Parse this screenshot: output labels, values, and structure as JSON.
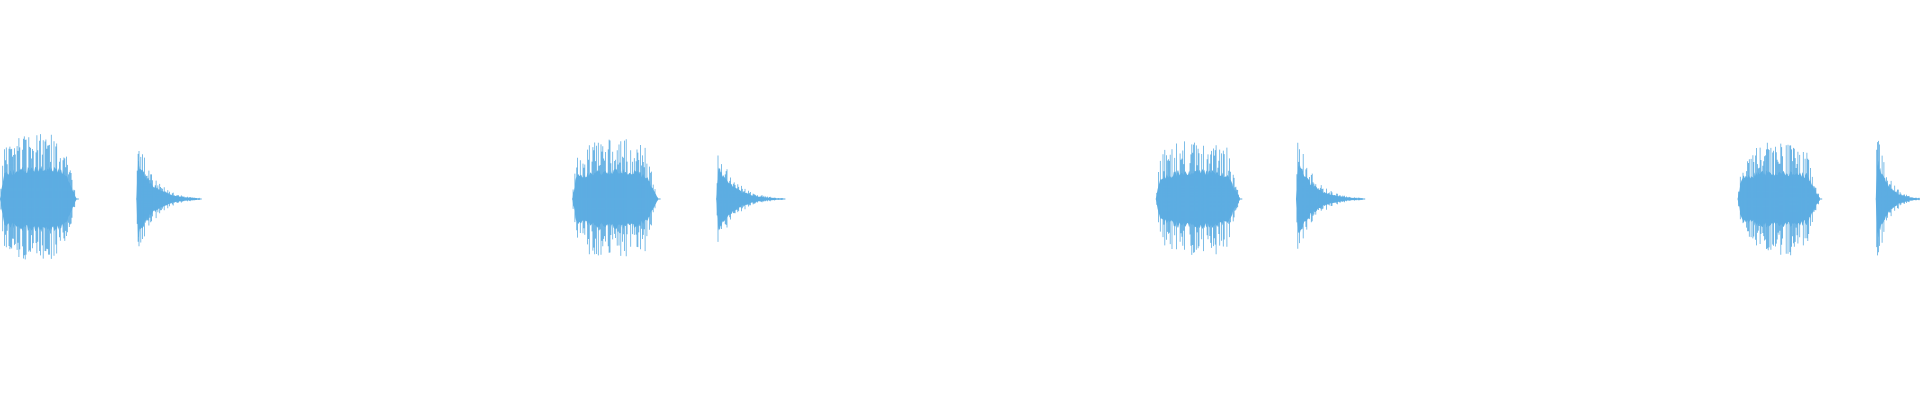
{
  "waveform": {
    "color": "#5dade2",
    "background": "#ffffff",
    "amplitude_scale": [
      -1,
      1
    ],
    "bursts": [
      {
        "kind": "sustained",
        "start": 0.0,
        "end": 0.04,
        "peak": 0.8
      },
      {
        "kind": "decay",
        "start": 0.071,
        "end": 0.104,
        "peak": 0.9
      },
      {
        "kind": "sustained",
        "start": 0.298,
        "end": 0.343,
        "peak": 0.74
      },
      {
        "kind": "decay",
        "start": 0.373,
        "end": 0.408,
        "peak": 0.78
      },
      {
        "kind": "sustained",
        "start": 0.602,
        "end": 0.646,
        "peak": 0.72
      },
      {
        "kind": "decay",
        "start": 0.675,
        "end": 0.71,
        "peak": 0.86
      },
      {
        "kind": "sustained",
        "start": 0.905,
        "end": 0.948,
        "peak": 0.7
      },
      {
        "kind": "decay",
        "start": 0.977,
        "end": 1.0,
        "peak": 0.97
      }
    ]
  }
}
